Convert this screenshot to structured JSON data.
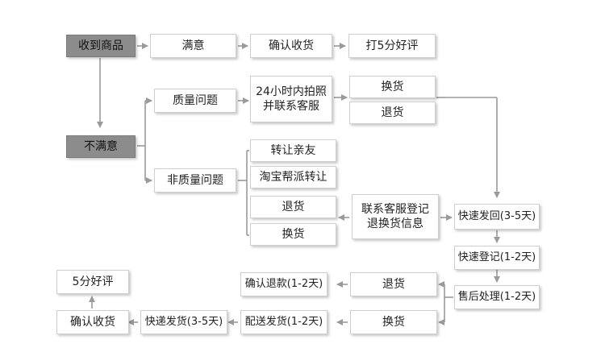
{
  "nodes": {
    "received": "收到商品",
    "satisfied": "满意",
    "confirm_receipt_top": "确认收货",
    "five_star_top": "打5分好评",
    "unsatisfied": "不满意",
    "quality_issue": "质量问题",
    "photo_contact": "24小时内拍照\n并联系客服",
    "exchange_a": "换货",
    "return_a": "退货",
    "non_quality_issue": "非质量问题",
    "transfer_friend": "转让亲友",
    "taobao_transfer": "淘宝帮派转让",
    "return_b": "退货",
    "exchange_b": "换货",
    "contact_register": "联系客服登记\n退换货信息",
    "express_return": "快速发回(3-5天)",
    "fast_register": "快速登记(1-2天)",
    "after_sales": "售后处理(1-2天)",
    "return_c": "退货",
    "exchange_c": "换货",
    "confirm_refund": "确认退款(1-2天)",
    "delivery_ship": "配送发货(1-2天)",
    "courier_ship": "快递发货(3-5天)",
    "five_star_bottom": "5分好评",
    "confirm_receipt_bottom": "确认收货"
  }
}
